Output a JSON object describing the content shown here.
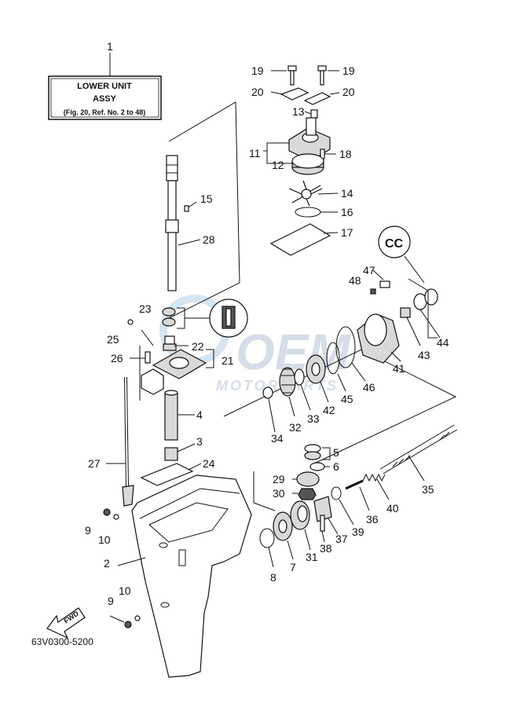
{
  "assembly_box": {
    "title": "LOWER UNIT",
    "subtitle": "ASSY",
    "note": "(Fig. 20, Ref. No. 2 to 48)"
  },
  "diagram_code": "63V0300-5200",
  "fwd_label": "FWD",
  "cc_label": "CC",
  "watermark": {
    "brand": "OEM",
    "sub": "MOTORPARTS",
    "url": "oemotorparts"
  },
  "ref_numbers": {
    "r1": "1",
    "r2": "2",
    "r3": "3",
    "r4": "4",
    "r5": "5",
    "r6": "6",
    "r7": "7",
    "r8": "8",
    "r9a": "9",
    "r9b": "9",
    "r10a": "10",
    "r10b": "10",
    "r11": "11",
    "r12": "12",
    "r13": "13",
    "r14": "14",
    "r15": "15",
    "r16": "16",
    "r17": "17",
    "r18": "18",
    "r19a": "19",
    "r19b": "19",
    "r20a": "20",
    "r20b": "20",
    "r21": "21",
    "r22": "22",
    "r23": "23",
    "r24": "24",
    "r25": "25",
    "r26": "26",
    "r27": "27",
    "r28": "28",
    "r29": "29",
    "r30": "30",
    "r31": "31",
    "r32": "32",
    "r33": "33",
    "r34": "34",
    "r35": "35",
    "r36": "36",
    "r37": "37",
    "r38": "38",
    "r39": "39",
    "r40": "40",
    "r41": "41",
    "r42": "42",
    "r43": "43",
    "r44": "44",
    "r45": "45",
    "r46": "46",
    "r47": "47",
    "r48": "48"
  }
}
